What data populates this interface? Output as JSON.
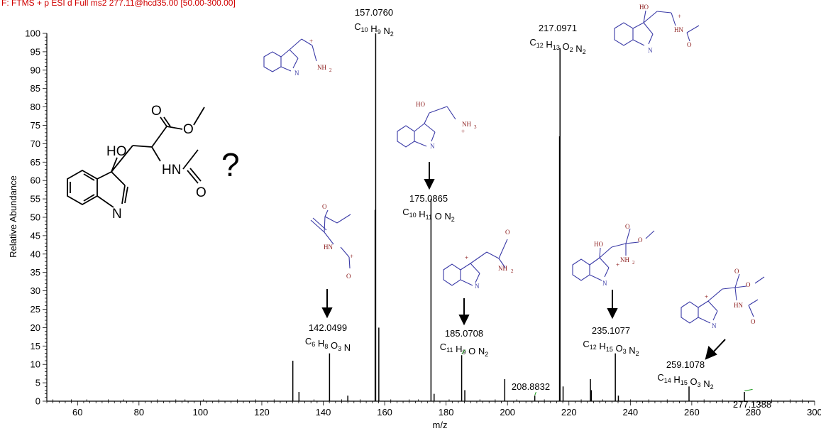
{
  "header": "F: FTMS + p ESI d Full ms2 277.11@hcd35.00 [50.00-300.00]",
  "chart_data": {
    "type": "bar",
    "xlabel": "m/z",
    "ylabel": "Relative Abundance",
    "xlim": [
      50,
      300
    ],
    "ylim": [
      0,
      100
    ],
    "xticks": [
      "60",
      "80",
      "100",
      "120",
      "140",
      "160",
      "180",
      "200",
      "220",
      "240",
      "260",
      "280",
      "300"
    ],
    "yticks": [
      "0",
      "5",
      "10",
      "15",
      "20",
      "25",
      "30",
      "35",
      "40",
      "45",
      "50",
      "55",
      "60",
      "65",
      "70",
      "75",
      "80",
      "85",
      "90",
      "95",
      "100"
    ],
    "peaks": [
      {
        "x": 130.1,
        "y": 11
      },
      {
        "x": 132.1,
        "y": 2.5
      },
      {
        "x": 142.05,
        "y": 13
      },
      {
        "x": 148.0,
        "y": 1.5
      },
      {
        "x": 156.9,
        "y": 52
      },
      {
        "x": 157.076,
        "y": 100
      },
      {
        "x": 158.1,
        "y": 20
      },
      {
        "x": 175.0865,
        "y": 55
      },
      {
        "x": 176.1,
        "y": 2
      },
      {
        "x": 185.0708,
        "y": 12.5
      },
      {
        "x": 186.1,
        "y": 3
      },
      {
        "x": 199.1,
        "y": 6
      },
      {
        "x": 208.8832,
        "y": 1.5
      },
      {
        "x": 216.95,
        "y": 72
      },
      {
        "x": 217.0971,
        "y": 96
      },
      {
        "x": 218.1,
        "y": 4
      },
      {
        "x": 227.0,
        "y": 6
      },
      {
        "x": 227.3,
        "y": 3
      },
      {
        "x": 235.1077,
        "y": 13
      },
      {
        "x": 236.1,
        "y": 1.5
      },
      {
        "x": 259.1078,
        "y": 4
      },
      {
        "x": 277.1388,
        "y": 2.5
      }
    ],
    "annotations": [
      {
        "mz": "157.0760",
        "formula": [
          "C",
          "10",
          " H",
          "9",
          " N",
          "2"
        ]
      },
      {
        "mz": "217.0971",
        "formula": [
          "C",
          "12",
          " H",
          "13",
          " O",
          "2",
          " N",
          "2"
        ]
      },
      {
        "mz": "175.0865",
        "formula": [
          "C",
          "10",
          " H",
          "11",
          " O N",
          "2",
          "",
          ""
        ]
      },
      {
        "mz": "142.0499",
        "formula": [
          "C",
          "6",
          " H",
          "8",
          " O",
          "3",
          " N",
          ""
        ]
      },
      {
        "mz": "185.0708",
        "formula": [
          "C",
          "11",
          " H",
          "9",
          " O N",
          "2",
          "",
          ""
        ]
      },
      {
        "mz": "235.1077",
        "formula": [
          "C",
          "12",
          " H",
          "15",
          " O",
          "3",
          " N",
          "2"
        ]
      },
      {
        "mz": "259.1078",
        "formula": [
          "C",
          "14",
          " H",
          "15",
          " O",
          "3",
          " N",
          "2"
        ]
      },
      {
        "mz": "208.8832"
      },
      {
        "mz": "277.1388"
      }
    ]
  },
  "structure": {
    "question": "?",
    "ho": "HO",
    "hn": "HN",
    "n": "N",
    "o1": "O",
    "o2": "O",
    "o3": "O"
  },
  "fragments": {
    "nh2": "NH",
    "nh2_sub": "2",
    "nh3": "NH",
    "nh3_sub": "3",
    "ho": "HO",
    "hn": "HN",
    "n": "N",
    "o": "O",
    "plus": "+"
  }
}
